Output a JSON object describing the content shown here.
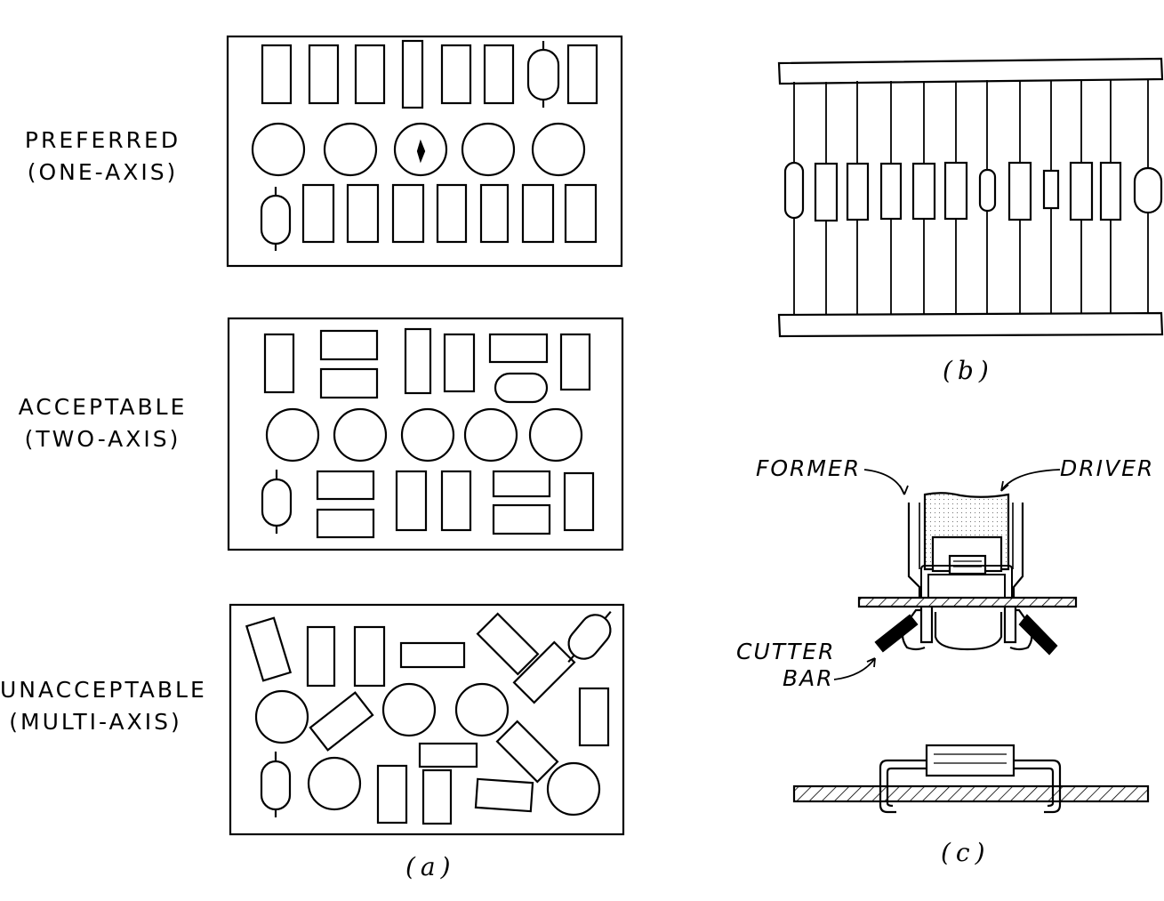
{
  "panel_a": {
    "rows": [
      {
        "line1": "PREFERRED",
        "line2": "(ONE-AXIS)"
      },
      {
        "line1": "ACCEPTABLE",
        "line2": "(TWO-AXIS)"
      },
      {
        "line1": "UNACCEPTABLE",
        "line2": "(MULTI-AXIS)"
      }
    ],
    "caption": "(a)"
  },
  "panel_b": {
    "caption": "(b)"
  },
  "panel_c": {
    "former_label": "FORMER",
    "driver_label": "DRIVER",
    "cutter_label_1": "CUTTER",
    "cutter_label_2": "BAR",
    "caption": "(c)"
  }
}
